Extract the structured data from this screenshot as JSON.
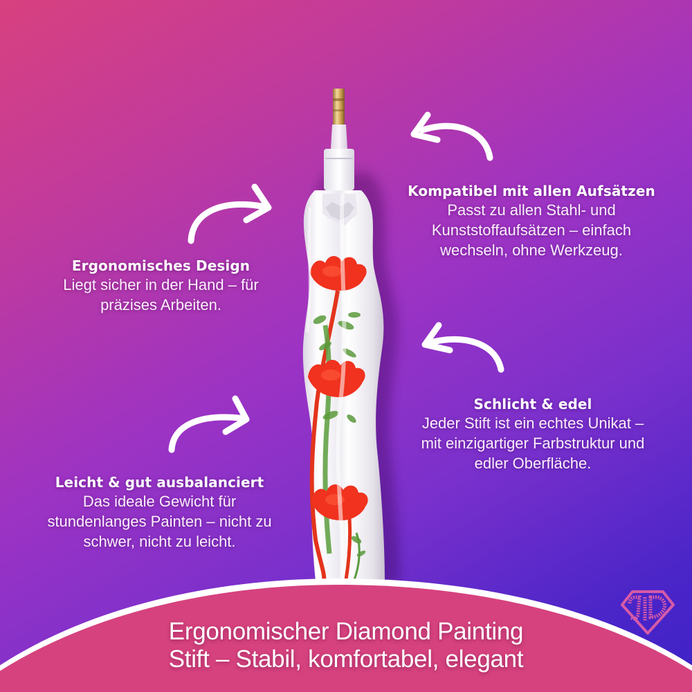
{
  "colors": {
    "bg_top_left": "#d8417f",
    "bg_mid": "#9c33c4",
    "bg_bottom_right": "#3e22c6",
    "banner_fill": "#d6427e",
    "banner_outline": "#ffffff",
    "text": "#ffffff",
    "flower": "#f0321e",
    "stem": "#4f9a3a",
    "tip_gold": "#d1a458",
    "logo": "#d65aa8"
  },
  "features": {
    "compat": {
      "title": "Kompatibel mit allen Aufsätzen",
      "lines": [
        "Passt zu allen Stahl- und",
        "Kunststoffaufsätzen – einfach",
        "wechseln, ohne Werkzeug."
      ]
    },
    "ergo": {
      "title": "Ergonomisches Design",
      "lines": [
        "Liegt sicher in der Hand – für",
        "präzises Arbeiten."
      ]
    },
    "schlicht": {
      "title": "Schlicht & edel",
      "lines": [
        "Jeder Stift ist ein echtes Unikat –",
        "mit einzigartiger Farbstruktur und",
        "edler Oberfläche."
      ]
    },
    "leicht": {
      "title": "Leicht & gut ausbalanciert",
      "lines": [
        "Das ideale Gewicht für",
        "stundenlanges Painten – nicht zu",
        "schwer, nicht zu leicht."
      ]
    }
  },
  "banner": {
    "lines": [
      "Ergonomischer Diamond Painting",
      "Stift – Stabil, komfortabel, elegant"
    ]
  },
  "icons": {
    "arrows": [
      "curved-arrow-left",
      "curved-arrow-right",
      "curved-arrow-left",
      "curved-arrow-right"
    ],
    "logo": "diamond-shield-jd-logo",
    "product": "diamond-painting-pen"
  }
}
